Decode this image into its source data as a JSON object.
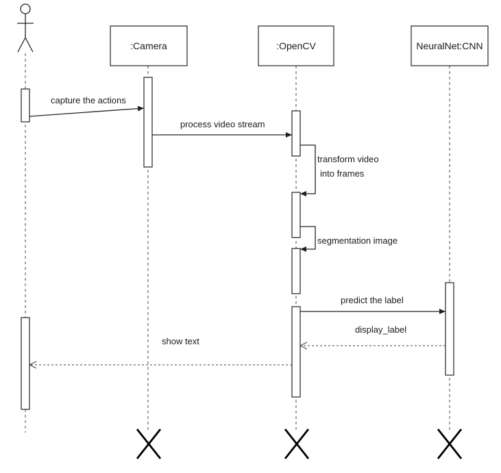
{
  "participants": {
    "camera": ":Camera",
    "opencv": ":OpenCV",
    "cnn": "NeuralNet:CNN"
  },
  "messages": {
    "capture": "capture the actions",
    "process": "process video stream",
    "transform_line1": "transform video",
    "transform_line2": "into frames",
    "segmentation": "segmentation image",
    "predict": "predict the label",
    "display": "display_label",
    "show": "show text"
  }
}
